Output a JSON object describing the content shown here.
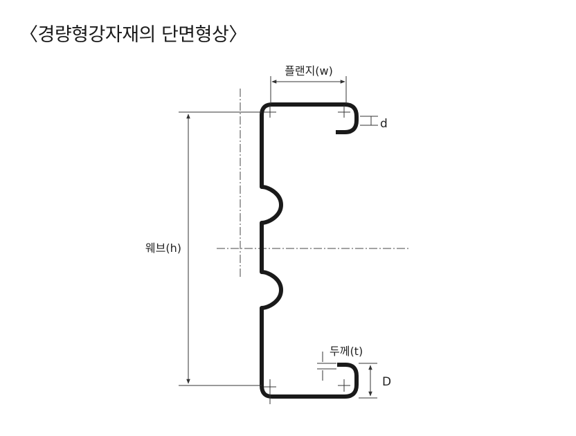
{
  "title": "〈경량형강자재의 단면형상〉",
  "labels": {
    "flange": "플랜지(w)",
    "web": "웨브(h)",
    "lip_small": "d",
    "thickness": "두께(t)",
    "lip_large": "D"
  },
  "colors": {
    "section_stroke": "#1a1a1a",
    "dimension_stroke": "#333333",
    "background": "#ffffff"
  }
}
